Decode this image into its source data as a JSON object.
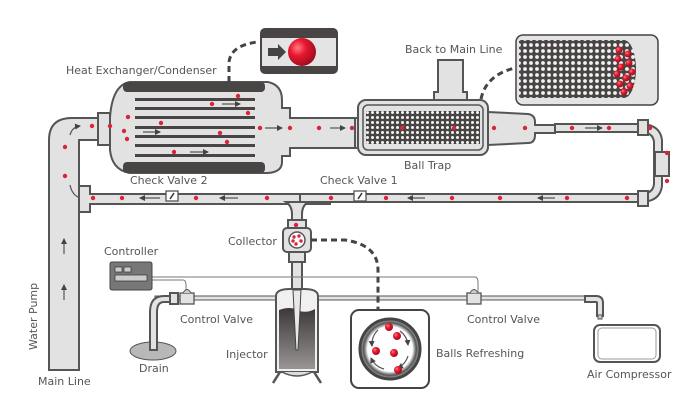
{
  "title": "Tube cleaning ball system schematic",
  "labels": {
    "heat_exchanger": "Heat Exchanger/Condenser",
    "back_to_main": "Back to Main Line",
    "ball_trap": "Ball Trap",
    "check_valve_1": "Check Valve 1",
    "check_valve_2": "Check Valve 2",
    "collector": "Collector",
    "controller": "Controller",
    "control_valve_left": "Control Valve",
    "control_valve_right": "Control Valve",
    "drain": "Drain",
    "injector": "Injector",
    "balls_refreshing": "Balls Refreshing",
    "air_compressor": "Air Compressor",
    "water_pump": "Water Pump",
    "main_line": "Main Line"
  },
  "colors": {
    "ball": "#d9243a",
    "pipe_fill": "#e2e2e2",
    "outline": "#555555",
    "dark": "#4a4545",
    "text": "#555555"
  }
}
